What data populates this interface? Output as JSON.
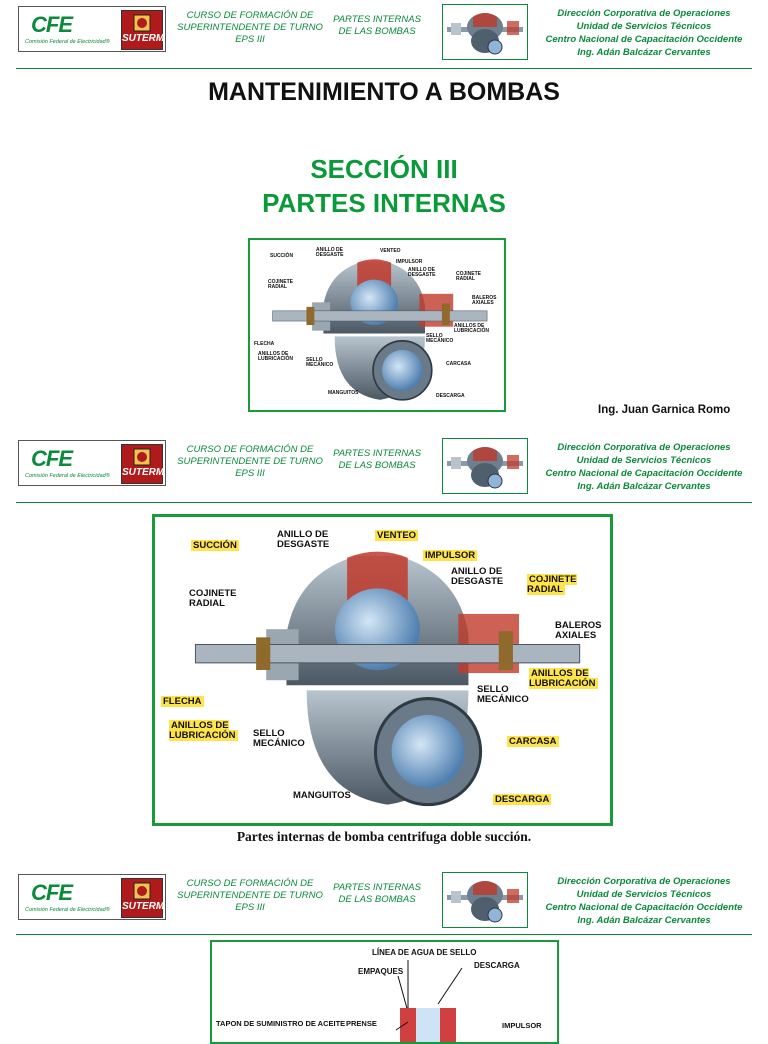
{
  "header": {
    "logo_main": "CFE",
    "logo_sub": "Comisión Federal de Electricidad®",
    "logo_union": "SUTERM",
    "course_lines": [
      "CURSO DE FORMACIÓN DE",
      "SUPERINTENDENTE DE TURNO",
      "EPS III"
    ],
    "topic_lines": [
      "PARTES INTERNAS",
      "DE LAS BOMBAS"
    ],
    "org_lines": [
      "Dirección Corporativa de Operaciones",
      "Unidad de Servicios Técnicos",
      "Centro Nacional de Capacitación Occidente",
      "Ing. Adán Balcázar Cervantes"
    ]
  },
  "page1": {
    "title": "MANTENIMIENTO A BOMBAS",
    "section": "SECCIÓN III",
    "subsection": "PARTES INTERNAS",
    "author": "Ing. Juan Garnica Romo"
  },
  "pump_labels": {
    "succion": "SUCCIÓN",
    "anillo_desgaste_1": "ANILLO DE\nDESGASTE",
    "venteo": "VENTEO",
    "impulsor": "IMPULSOR",
    "anillo_desgaste_2": "ANILLO DE\nDESGASTE",
    "cojinete_radial_l": "COJINETE\nRADIAL",
    "cojinete_radial_r": "COJINETE\nRADIAL",
    "baleros_axiales": "BALEROS\nAXIALES",
    "anillos_lub_r": "ANILLOS DE\nLUBRICACIÓN",
    "flecha": "FLECHA",
    "sello_mec_1": "SELLO\nMECÁNICO",
    "anillos_lub_l": "ANILLOS DE\nLUBRICACIÓN",
    "sello_mec_2": "SELLO\nMECÁNICO",
    "carcasa": "CARCASA",
    "manguitos": "MANGUITOS",
    "descarga": "DESCARGA"
  },
  "page2": {
    "caption": "Partes internas de bomba centrifuga doble succión."
  },
  "page3": {
    "labels": {
      "linea": "LÍNEA DE AGUA DE SELLO",
      "empaques": "EMPAQUES",
      "descarga": "DESCARGA",
      "tapon": "TAPON DE SUMINISTRO DE ACEITE",
      "prense": "PRENSE",
      "impulsor": "IMPULSOR"
    }
  },
  "colors": {
    "green": "#0a8a3a",
    "highlight": "#ffe34a"
  }
}
